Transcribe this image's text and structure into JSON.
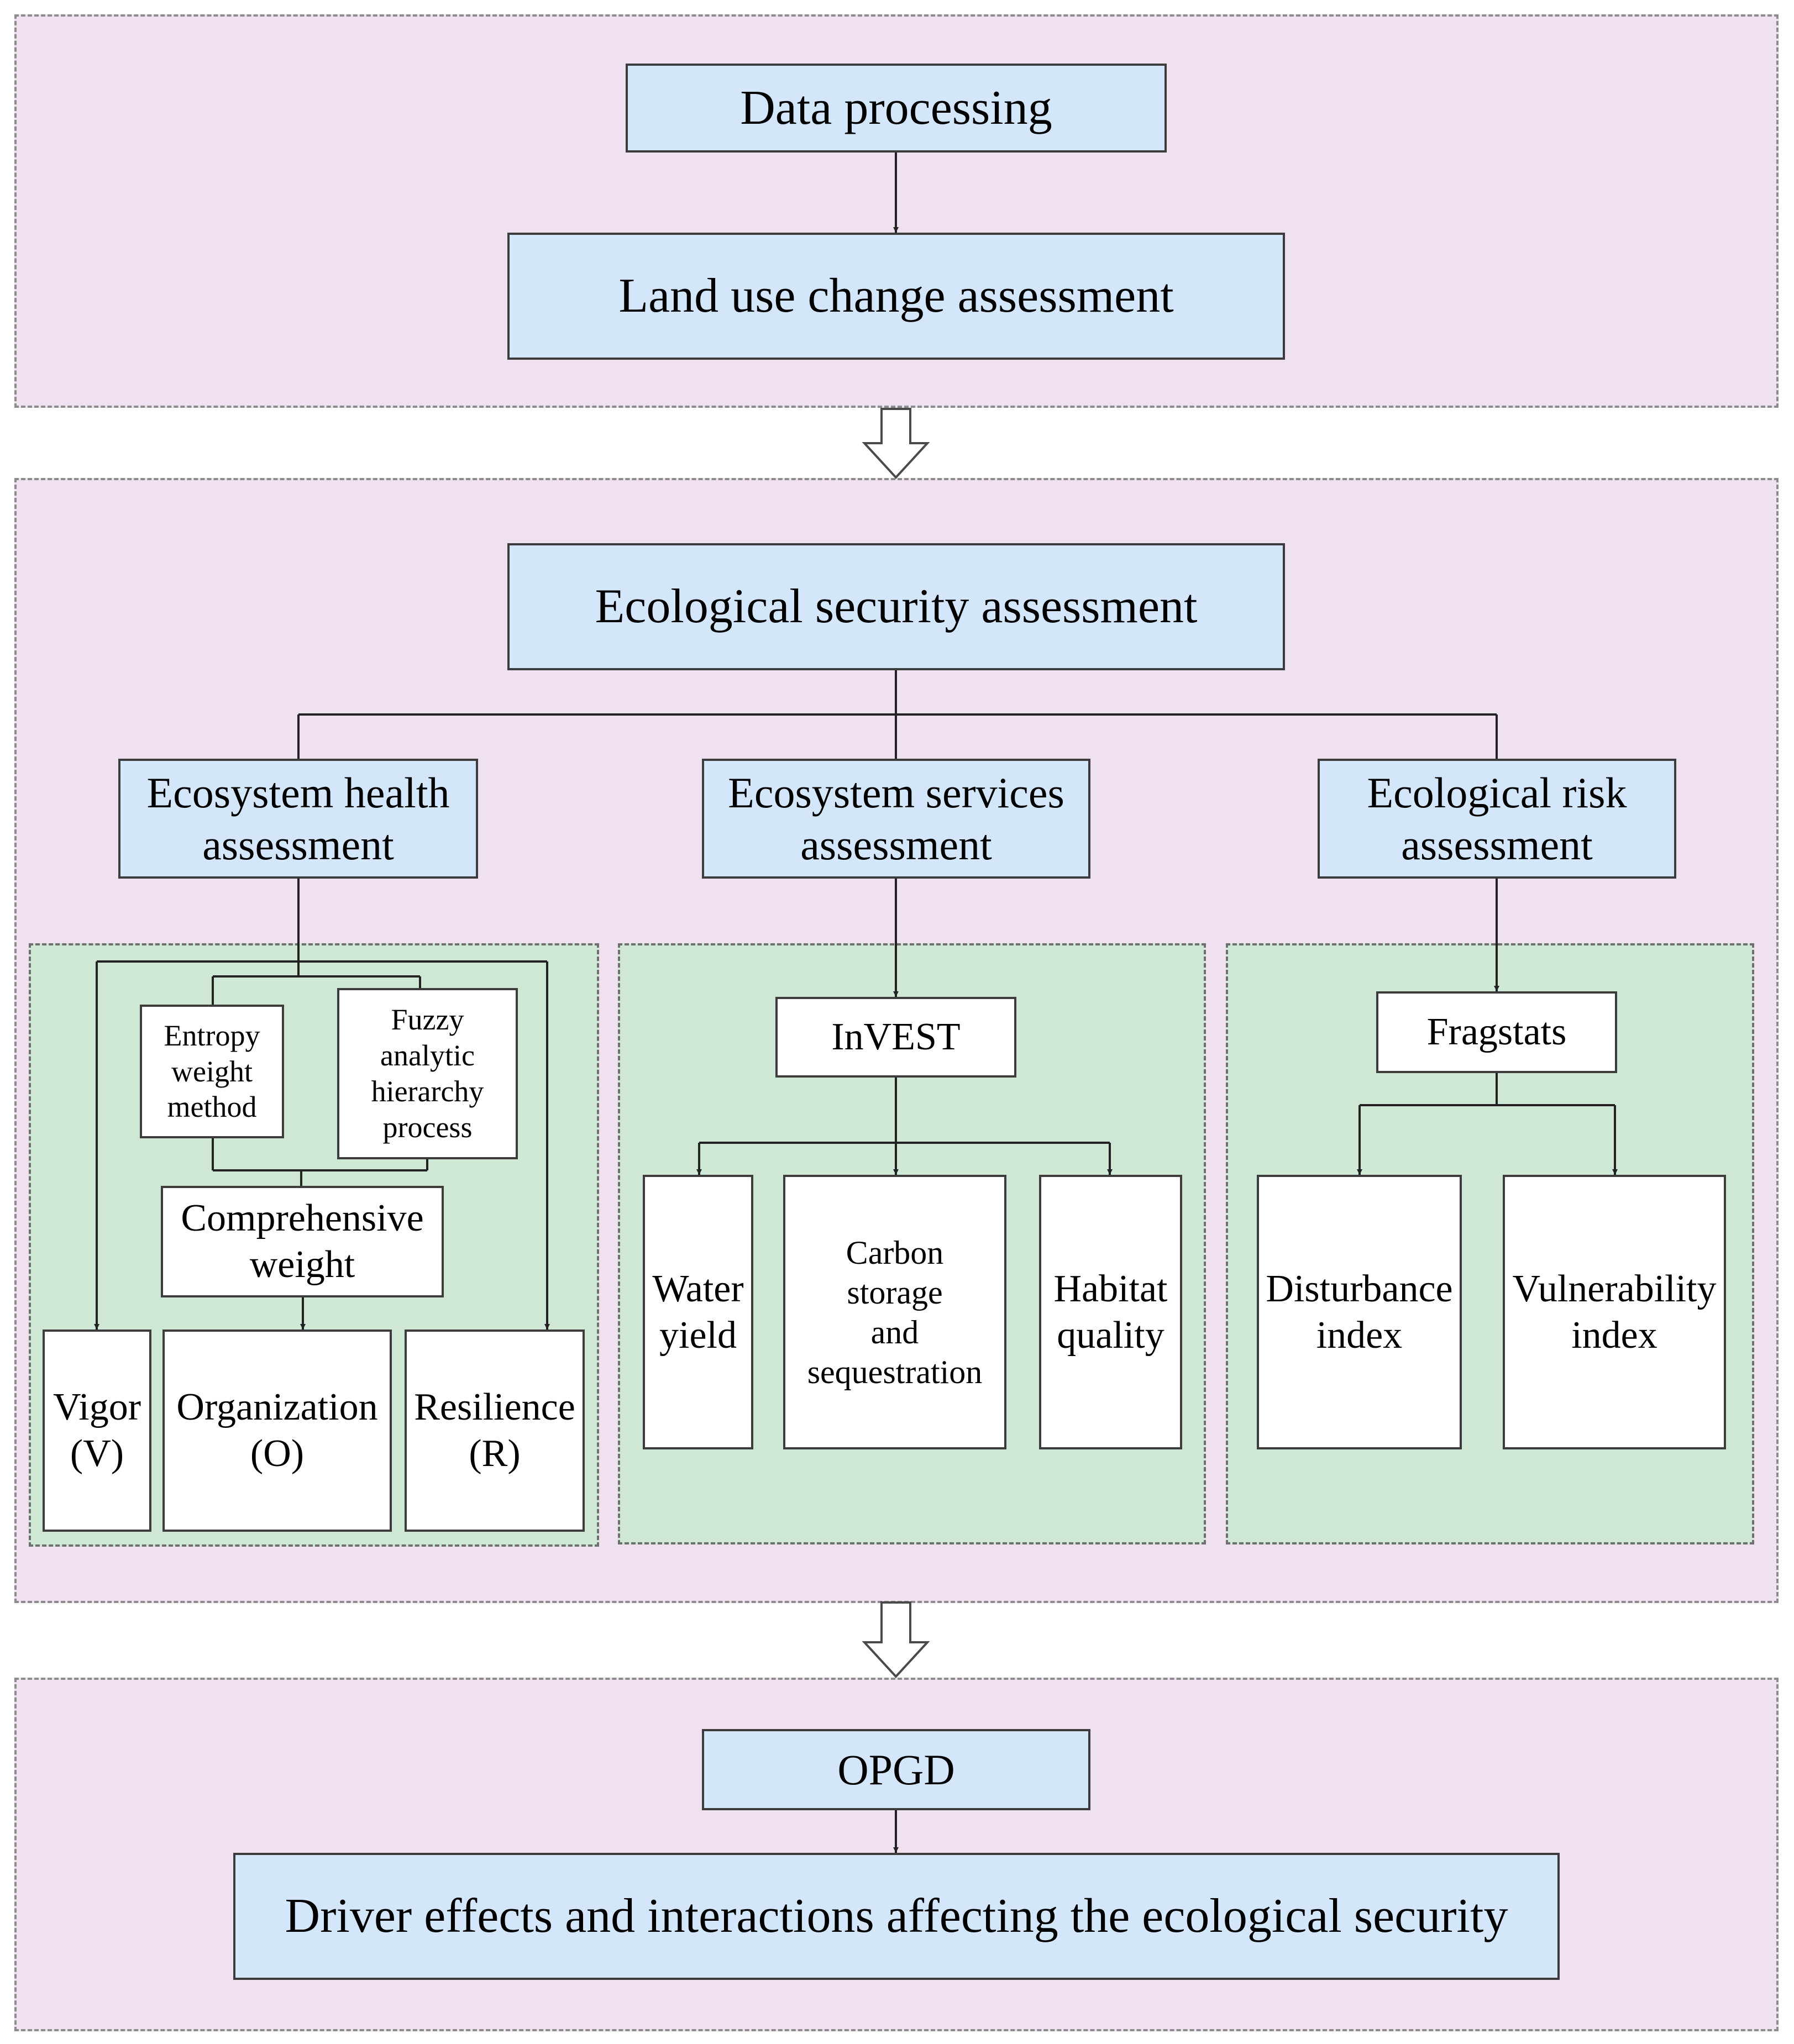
{
  "stage1": {
    "data_processing": "Data processing",
    "land_use": "Land use change assessment"
  },
  "stage2": {
    "ecological_security": "Ecological security assessment",
    "ecosystem_health": "Ecosystem health\nassessment",
    "ecosystem_services": "Ecosystem services\nassessment",
    "ecological_risk": "Ecological risk\nassessment",
    "health": {
      "entropy": "Entropy\nweight\nmethod",
      "fuzzy": "Fuzzy\nanalytic\nhierarchy\nprocess",
      "comprehensive": "Comprehensive\nweight",
      "vigor": "Vigor\n(V)",
      "organization": "Organization\n(O)",
      "resilience": "Resilience\n(R)"
    },
    "services": {
      "invest": "InVEST",
      "water": "Water\nyield",
      "carbon": "Carbon\nstorage\nand\nsequestration",
      "habitat": "Habitat\nquality"
    },
    "risk": {
      "fragstats": "Fragstats",
      "disturbance": "Disturbance\nindex",
      "vulnerability": "Vulnerability\nindex"
    }
  },
  "stage3": {
    "opgd": "OPGD",
    "driver": "Driver effects and interactions affecting the ecological security"
  },
  "colors": {
    "section_fill": "#efe1ef",
    "subsection_fill": "#cfe8d5",
    "blue_box": "#d3e6fa",
    "white_box": "#ffffff",
    "line": "#222222"
  }
}
